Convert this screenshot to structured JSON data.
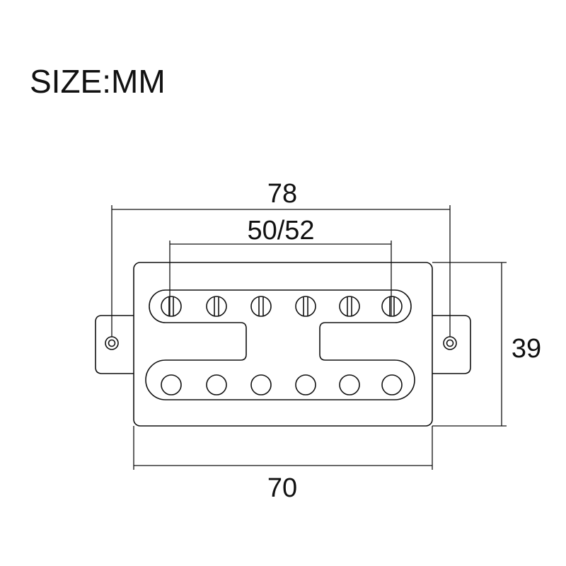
{
  "title": "SIZE:MM",
  "dimensions": {
    "overall_length": "78",
    "pole_spacing": "50/52",
    "height": "39",
    "body_length": "70"
  },
  "components": {
    "pole_screws_top_count": 6,
    "pole_slugs_bottom_count": 6,
    "mounting_ears": 2
  },
  "colors": {
    "line": "#111111",
    "background": "#ffffff"
  }
}
